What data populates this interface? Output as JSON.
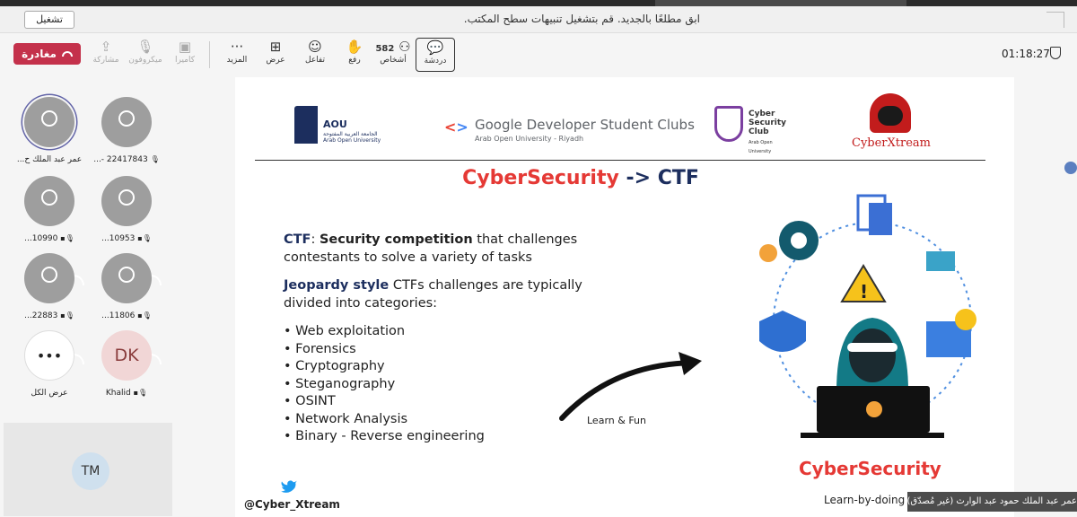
{
  "notification": {
    "message": "ابق مطلعًا بالجديد. قم بتشغيل تنبيهات سطح المكتب.",
    "button": "تشغيل"
  },
  "toolbar": {
    "leave": "مغادرة",
    "share": "مشاركة",
    "mic": "ميكروفون",
    "camera": "كاميرا",
    "more": "المزيد",
    "view": "عرض",
    "react": "تفاعل",
    "raise": "رفع",
    "people": "أشخاص",
    "people_count": "582",
    "chat": "دردشة",
    "timer": "01:18:27"
  },
  "participants": [
    {
      "name": "22417843 -...",
      "active": false
    },
    {
      "name": "عمر عبد الملك ح...",
      "active": true
    },
    {
      "name": "10953...",
      "active": false
    },
    {
      "name": "10990...",
      "active": false
    },
    {
      "name": "11806...",
      "active": false
    },
    {
      "name": "22883...",
      "active": false
    },
    {
      "name": "Khalid",
      "initials": "DK"
    },
    {
      "name": "عرض الكل",
      "icon": "more"
    }
  ],
  "self_view": {
    "initials": "TM"
  },
  "slide": {
    "logos": {
      "aou_short": "AOU",
      "aou_full": "الجامعة العربية المفتوحة",
      "aou_en": "Arab Open University",
      "gdsc": "Google Developer Student Clubs",
      "gdsc_sub": "Arab Open University - Riyadh",
      "csc": "Cyber Security Club",
      "csc_sub": "Arab Open University",
      "cx": "CyberXtream"
    },
    "title_red": "CyberSecurity",
    "title_arrow": " -> ",
    "title_blue": "CTF",
    "ctf_label": "CTF",
    "ctf_sep": ": ",
    "ctf_bold": "Security competition",
    "ctf_rest": " that challenges contestants to solve a variety of tasks",
    "jeopardy_bold": "Jeopardy style",
    "jeopardy_rest": " CTFs challenges are typically divided into categories:",
    "categories": [
      "• Web exploitation",
      "• Forensics",
      "• Cryptography",
      "• Steganography",
      "• OSINT",
      "• Network Analysis",
      "• Binary - Reverse engineering"
    ],
    "learn_fun": "Learn & Fun",
    "cs_label": "CyberSecurity",
    "handle": "@Cyber_Xtream",
    "learn_by_doing": "Learn-by-doing"
  },
  "caption": "عمر عبد الملك حمود عبد الوارث (غير مُصدّق)",
  "colors": {
    "leave": "#c4314b",
    "accent": "#6264a7",
    "red": "#e53935",
    "navy": "#1c2e5e"
  }
}
